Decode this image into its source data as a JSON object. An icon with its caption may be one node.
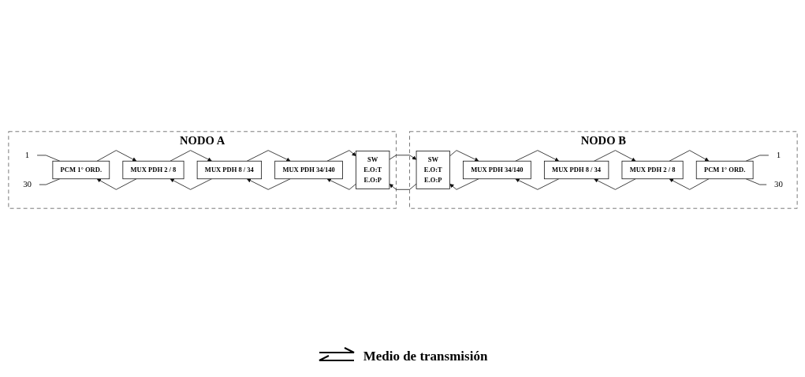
{
  "diagram": {
    "nodes": [
      {
        "text": [
          "NODO A"
        ]
      },
      {
        "text": [
          "PCM 1° ORD."
        ],
        "in": 0
      },
      {
        "text": [
          "MUX PDH 2 / 8"
        ],
        "in": 0
      },
      {
        "text": [
          "MUX PDH 8 / 34"
        ],
        "in": 0
      },
      {
        "text": [
          "MUX PDH 34/140"
        ],
        "in": 0
      },
      {
        "text": [
          "SW",
          "E.O:T",
          "E.O:P"
        ],
        "in": 0
      },
      {
        "text": [
          "1"
        ],
        "in": 0
      },
      {
        "text": [
          "30"
        ],
        "in": 0
      },
      {
        "text": [
          "NODO B"
        ]
      },
      {
        "text": [
          "SW",
          "E.O:T",
          "E.O:P"
        ],
        "in": 8
      },
      {
        "text": [
          "MUX PDH 34/140"
        ],
        "in": 8
      },
      {
        "text": [
          "MUX PDH 8 / 34"
        ],
        "in": 8
      },
      {
        "text": [
          "MUX PDH 2 / 8"
        ],
        "in": 8
      },
      {
        "text": [
          "PCM 1° ORD."
        ],
        "in": 8
      },
      {
        "text": [
          "1"
        ],
        "in": 8
      },
      {
        "text": [
          "30"
        ],
        "in": 8
      }
    ],
    "edges": [
      {
        "from": 6,
        "to": 1,
        "arrow": "none"
      },
      {
        "from": 7,
        "to": 1,
        "arrow": "none"
      },
      {
        "from": 1,
        "to": 2,
        "arrow": "to"
      },
      {
        "from": 2,
        "to": 1,
        "arrow": "to"
      },
      {
        "from": 2,
        "to": 3,
        "arrow": "to"
      },
      {
        "from": 3,
        "to": 2,
        "arrow": "to"
      },
      {
        "from": 3,
        "to": 4,
        "arrow": "to"
      },
      {
        "from": 4,
        "to": 3,
        "arrow": "to"
      },
      {
        "from": 4,
        "to": 5,
        "arrow": "to"
      },
      {
        "from": 5,
        "to": 4,
        "arrow": "to"
      },
      {
        "from": 5,
        "to": 9,
        "arrow": "to"
      },
      {
        "from": 9,
        "to": 5,
        "arrow": "to"
      },
      {
        "from": 9,
        "to": 10,
        "arrow": "to"
      },
      {
        "from": 10,
        "to": 9,
        "arrow": "to"
      },
      {
        "from": 10,
        "to": 11,
        "arrow": "to"
      },
      {
        "from": 11,
        "to": 10,
        "arrow": "to"
      },
      {
        "from": 11,
        "to": 12,
        "arrow": "to"
      },
      {
        "from": 12,
        "to": 11,
        "arrow": "to"
      },
      {
        "from": 12,
        "to": 13,
        "arrow": "to"
      },
      {
        "from": 13,
        "to": 12,
        "arrow": "to"
      },
      {
        "from": 13,
        "to": 14,
        "arrow": "none"
      },
      {
        "from": 13,
        "to": 15,
        "arrow": "none"
      }
    ],
    "legend": [
      {
        "text": "Medio de transmisión"
      }
    ]
  }
}
